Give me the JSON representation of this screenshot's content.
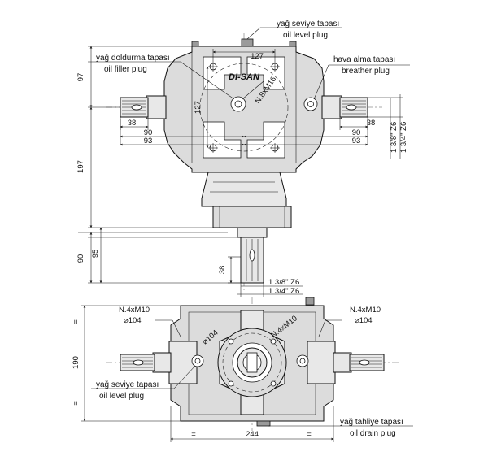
{
  "labels": {
    "top_oil_level_tr": "yağ seviye tapası",
    "top_oil_level_en": "oil level plug",
    "oil_filler_tr": "yağ doldurma tapası",
    "oil_filler_en": "oil filler plug",
    "breather_tr": "hava alma tapası",
    "breather_en": "breather plug",
    "bottom_oil_level_tr": "yağ seviye tapası",
    "bottom_oil_level_en": "oil level plug",
    "oil_drain_tr": "yağ tahliye tapası",
    "oil_drain_en": "oil drain plug",
    "brand_logo": "DI-SAN"
  },
  "top_view": {
    "dim_127_horizontal": "127",
    "dim_127_vertical": "127",
    "bolt_spec": "N.8xM16",
    "dim_97": "97",
    "dim_197": "197",
    "dim_90_left": "90",
    "dim_93_left": "93",
    "dim_90_right": "90",
    "dim_93_right": "93",
    "dim_38_left": "38",
    "dim_38_right": "38",
    "spline_1_3_8_right": "1 3/8\" Z6",
    "spline_1_3_4_right": "1 3/4\" Z6",
    "dim_90_bottom": "90",
    "dim_95_bottom": "95",
    "dim_38_bottom": "38",
    "spline_1_3_8_bottom": "1 3/8\" Z6",
    "spline_1_3_4_bottom": "1 3/4\" Z6"
  },
  "bottom_view": {
    "flange_left_bolts": "N.4xM10",
    "flange_left_dia": "⌀104",
    "flange_right_bolts": "N.4xM10",
    "flange_right_dia": "⌀104",
    "center_dia": "⌀104",
    "center_bolts": "N.4xM10",
    "dim_190": "190",
    "dim_244": "244",
    "equal_top": "=",
    "equal_bottom": "=",
    "equal_left": "=",
    "equal_right": "="
  }
}
